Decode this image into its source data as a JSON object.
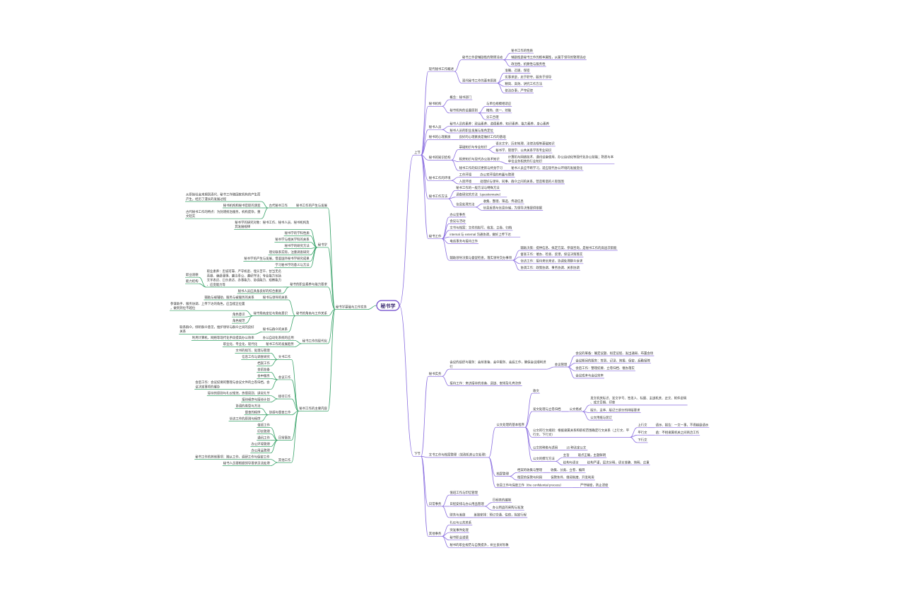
{
  "root": "秘书学",
  "colors": {
    "right_branch": "#8b6fe0",
    "left_branch": "#3aa36a",
    "root": "#6b43c9",
    "text": "#333333"
  },
  "upper": {
    "label": "上节",
    "children": [
      {
        "label": "现代秘书工作概述",
        "children": [
          {
            "label": "秘书工作是辅助性的管理活动",
            "children": [
              {
                "label": "秘书工作的性质"
              },
              {
                "label": "辅助性是秘书工作的根本属性，从属于领导的管理活动"
              },
              {
                "label": "政治性、机要性与服务性"
              }
            ]
          },
          {
            "label": "现代秘书工作的基本原则",
            "children": [
              {
                "label": "准确、迅速、保密"
              },
              {
                "label": "实事求是，忠于职守，服务于领导"
              },
              {
                "label": "精简、高效、讲究工作方法"
              },
              {
                "label": "依法办事，严守纪律"
              }
            ]
          }
        ]
      },
      {
        "label": "秘书机构",
        "children": [
          {
            "label": "概念：秘书部门"
          },
          {
            "label": "秘书机构的设置原则",
            "children": [
              {
                "label": "与单位规模相适应"
              },
              {
                "label": "精简、统一、效能"
              },
              {
                "label": "分工合理"
              }
            ]
          }
        ]
      },
      {
        "label": "秘书人员",
        "children": [
          {
            "label": "秘书人员的素养：政治素养、道德素养、知识素养、能力素养、身心素养"
          },
          {
            "label": "秘书人员的职业发展与角色定位"
          }
        ]
      },
      {
        "label": "秘书的心理素质",
        "children": [
          {
            "label": "良好的心理素质是做好工作的基础"
          }
        ]
      },
      {
        "label": "秘书的知识结构",
        "children": [
          {
            "label": "基础知识与专业知识",
            "children": [
              {
                "label": "语言文字、历史地理、法律法规等基础知识"
              },
              {
                "label": "秘书学、管理学、公共关系学等专业知识"
              }
            ]
          },
          {
            "label": "相关知识与现代办公技术知识",
            "children": [
              {
                "label": "计算机与网络技术、通讯设备使用、办公自动化等现代化办公技能；熟悉与本单位业务相关的行业知识"
              }
            ]
          },
          {
            "label": "秘书工作的知识更新与终身学习",
            "children": [
              {
                "label": "秘书人员应不断学习，适应现代办公环境的发展变化"
              }
            ]
          }
        ]
      },
      {
        "label": "秘书工作的环境",
        "children": [
          {
            "label": "工作环境",
            "children": [
              {
                "label": "办公室环境的布置与管理"
              }
            ]
          },
          {
            "label": "人际环境",
            "children": [
              {
                "label": "处理好与领导、同事、群众之间的关系，营造和谐的人际氛围"
              }
            ]
          }
        ]
      },
      {
        "label": "秘书工作方法",
        "children": [
          {
            "label": "秘书工作的一般方法与特殊方法"
          },
          {
            "label": "调查研究的方法（questionnaire）"
          },
          {
            "label": "信息处理方法",
            "children": [
              {
                "label": "收集、整理、筛选、传递信息"
              },
              {
                "label": "信息反馈与信息存储，为领导决策提供依据"
              }
            ]
          }
        ]
      },
      {
        "label": "秘书工作",
        "children": [
          {
            "label": "办公室事务"
          },
          {
            "label": "会议与活动"
          },
          {
            "label": "文书与档案：文件的拟写、收发、立卷、归档"
          },
          {
            "label": "internal 与 external 沟通协调，做好上传下达"
          },
          {
            "label": "电话事务与接待工作"
          },
          {
            "label": "辅助领导决策与督促检查，落实领导交办事项",
            "children": [
              {
                "label": "辅助决策：提供信息、拟定方案、参谋咨询，是秘书工作的高层次职能"
              },
              {
                "label": "督查工作：催办、检查、反馈，保证决策落实"
              },
              {
                "label": "信访工作：接待来信来访，协调处理群众诉求"
              },
              {
                "label": "协调工作：政策协调、事务协调、关系协调"
              }
            ]
          }
        ]
      }
    ]
  },
  "lower": {
    "label": "下节",
    "children": [
      {
        "label": "秘书实务",
        "children": [
          {
            "label": "会议的组织与服务：会前准备、会中服务、会后工作，确保会议顺利进行",
            "children": [
              {
                "label": "会议管理",
                "children": [
                  {
                    "label": "会议的筹备：确定议题、拟定议程、发出通知、布置会场"
                  },
                  {
                    "label": "会议期间的服务：签到、记录、简报、保密、后勤保障"
                  },
                  {
                    "label": "会后工作：整理纪要、立卷归档、催办落实"
                  },
                  {
                    "label": "会议成本与会议效率"
                  }
                ]
              }
            ]
          },
          {
            "label": "接待工作：来访接待的准备、迎送、安排及礼宾次序"
          }
        ]
      },
      {
        "label": "文书工作与档案管理（党政机关公文处理）",
        "children": [
          {
            "label": "公文处理的基本程序",
            "children": [
              {
                "label": "收文"
              },
              {
                "label": "发文处理与立卷归档",
                "children": [
                  {
                    "label": "公文格式",
                    "children": [
                      {
                        "label": "发文机关标识、发文字号、签发人、标题、主送机关、正文、附件说明、成文日期、印章"
                      },
                      {
                        "label": "版头、主体、版记三部分的排版要求"
                      },
                      {
                        "label": "公文用纸与装订"
                      }
                    ]
                  }
                ]
              },
              {
                "label": "公文的行文规则：根据隶属关系和职权范围确定行文关系（上行文、平行文、下行文）",
                "children": [
                  {
                    "label": "上行文",
                    "children": [
                      {
                        "label": "请示、报告：一文一事，不得越级请示"
                      }
                    ]
                  },
                  {
                    "label": "平行文",
                    "children": [
                      {
                        "label": "函：不相隶属机关之间商洽工作"
                      }
                    ]
                  },
                  {
                    "label": "下行文"
                  }
                ]
              },
              {
                "label": "公文的种类与适用",
                "children": [
                  {
                    "label": "15 种法定公文"
                  }
                ]
              },
              {
                "label": "公文的撰写方法",
                "children": [
                  {
                    "label": "主旨",
                    "children": [
                      {
                        "label": "观点正确，主题鲜明"
                      }
                    ]
                  },
                  {
                    "label": "结构与语言",
                    "children": [
                      {
                        "label": "结构严谨，层次分明，语言准确、简明、庄重"
                      }
                    ]
                  }
                ]
              }
            ]
          },
          {
            "label": "档案管理",
            "children": [
              {
                "label": "档案的收集与整理",
                "children": [
                  {
                    "label": "收集、分类、立卷、编目"
                  }
                ]
              },
              {
                "label": "档案的保管与利用",
                "children": [
                  {
                    "label": "保管条件、借阅制度、开发利用"
                  }
                ]
              }
            ]
          },
          {
            "label": "信息工作与保密工作（the confidential process）",
            "children": [
              {
                "label": "严守秘密，防止泄密"
              }
            ]
          }
        ]
      },
      {
        "label": "日常事务",
        "children": [
          {
            "label": "值班工作与印信管理"
          },
          {
            "label": "日程安排与办公用品管理",
            "children": [
              {
                "label": "日程表的编制"
              },
              {
                "label": "办公用品的采购与发放"
              }
            ]
          },
          {
            "label": "财务与差旅",
            "children": [
              {
                "label": "差旅安排：预订交通、住宿，拟定行程"
              }
            ]
          }
        ]
      },
      {
        "label": "其他事务",
        "children": [
          {
            "label": "礼仪与公共关系"
          },
          {
            "label": "突发事件处理"
          },
          {
            "label": "秘书职业道德"
          },
          {
            "label": "秘书的职业规范与自我提升，树立良好形象"
          }
        ]
      }
    ]
  },
  "left": {
    "label": "秘书学基础与工作实务",
    "children": [
      {
        "label": "秘书工作的产生与发展",
        "children": [
          {
            "label": "古代秘书工作",
            "children": [
              {
                "label": "从原始社会末期到清代，秘书工作随国家机构的产生而产生，经历了漫长的发展过程"
              },
              {
                "label": "秘书机构和秘书官职的演变"
              },
              {
                "label": "古代秘书工作的特点：为封建统治服务，机构庞杂，重文轻实"
              }
            ]
          }
        ]
      },
      {
        "label": "秘书学",
        "children": [
          {
            "label": "秘书学的研究对象：秘书工作、秘书人员、秘书机构及其发展规律"
          },
          {
            "label": "秘书学的学科性质"
          },
          {
            "label": "秘书学与相关学科的关系"
          },
          {
            "label": "秘书学的研究方法"
          },
          {
            "label": "理论联系实际，注重调查研究"
          },
          {
            "label": "秘书学的产生与发展，借鉴国外秘书学研究成果"
          },
          {
            "label": "学习秘书学的意义与方法"
          }
        ]
      },
      {
        "label": "秘书的职业素养与能力要求",
        "children": [
          {
            "label": "职业素养：忠诚可靠、严守机密、埋头苦干、甘当无名英雄、谦虚谨慎、廉洁奉公、遵纪守法；专业能力包括文字表达、口头表达、办事能力、协调能力、观察能力、应变能力等",
            "children": [
              {
                "label": "职业道德"
              },
              {
                "label": "能力结构"
              }
            ]
          },
          {
            "label": "秘书人员应具备良好的综合素质"
          }
        ]
      },
      {
        "label": "秘书的角色与工作关系",
        "children": [
          {
            "label": "秘书与领导的关系",
            "children": [
              {
                "label": "辅助与被辅助、服务与被服务的关系"
              }
            ]
          },
          {
            "label": "秘书角色定位与角色意识",
            "children": [
              {
                "label": "参谋助手、服务协调、上传下达的角色，应当摆正位置，做到到位不越位"
              },
              {
                "label": "角色意识"
              },
              {
                "label": "角色规范"
              }
            ]
          },
          {
            "label": "秘书与群众的关系",
            "children": [
              {
                "label": "联系群众，倾听群众意见，维护领导与群众之间的良好关系"
              }
            ]
          }
        ]
      },
      {
        "label": "秘书工作的现代化",
        "children": [
          {
            "label": "办公自动化系统的应用",
            "children": [
              {
                "label": "利用计算机、网络等现代化手段提高办公效率"
              }
            ]
          },
          {
            "label": "秘书工作的发展趋势",
            "children": [
              {
                "label": "职业化、专业化、现代化"
              }
            ]
          }
        ]
      },
      {
        "label": "秘书工作的主要内容",
        "children": [
          {
            "label": "文书工作",
            "children": [
              {
                "label": "文书的拟写、处理与管理"
              },
              {
                "label": "信息工作与调查研究"
              },
              {
                "label": "档案工作"
              }
            ]
          },
          {
            "label": "会议工作",
            "children": [
              {
                "label": "会前准备"
              },
              {
                "label": "会中服务"
              },
              {
                "label": "会后工作：会议纪要的整理与会议文件的立卷归档，会议决定事项的催办"
              }
            ]
          },
          {
            "label": "接待工作",
            "children": [
              {
                "label": "接待的原则与礼仪规范，热情周到、讲究礼节"
              },
              {
                "label": "接待程序与接待计划"
              }
            ]
          },
          {
            "label": "协调与督查工作",
            "children": [
              {
                "label": "协调的类型与方法"
              },
              {
                "label": "督查的程序"
              },
              {
                "label": "信访工作的原则与程序"
              }
            ]
          },
          {
            "label": "日常事务",
            "children": [
              {
                "label": "值班工作"
              },
              {
                "label": "印信管理"
              },
              {
                "label": "通讯工作"
              },
              {
                "label": "办公环境管理"
              },
              {
                "label": "办公用品管理"
              }
            ]
          },
          {
            "label": "其他工作",
            "children": [
              {
                "label": "秘书工作的其他事项：随从工作、调研工作与保密工作"
              },
              {
                "label": "秘书人员要根据领导要求灵活处理"
              }
            ]
          }
        ]
      }
    ]
  }
}
